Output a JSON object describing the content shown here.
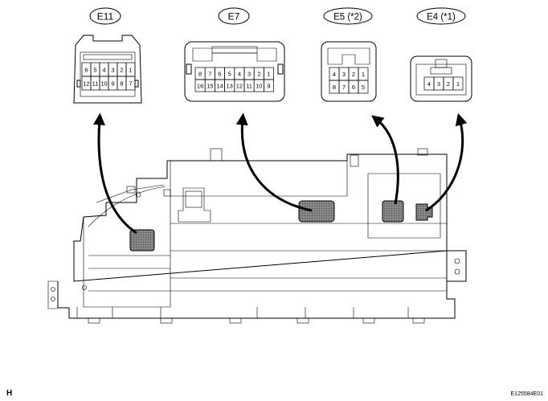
{
  "connectors": [
    {
      "id": "E11",
      "label": "E11",
      "rows": [
        [
          "6",
          "5",
          "4",
          "3",
          "2",
          "1"
        ],
        [
          "12",
          "11",
          "10",
          "9",
          "8",
          "7"
        ]
      ]
    },
    {
      "id": "E7",
      "label": "E7",
      "rows": [
        [
          "8",
          "7",
          "6",
          "5",
          "4",
          "3",
          "2",
          "1"
        ],
        [
          "16",
          "15",
          "14",
          "13",
          "12",
          "11",
          "10",
          "9"
        ]
      ]
    },
    {
      "id": "E5",
      "label": "E5 (*2)",
      "rows": [
        [
          "4",
          "3",
          "2",
          "1"
        ],
        [
          "8",
          "7",
          "6",
          "5"
        ]
      ]
    },
    {
      "id": "E4",
      "label": "E4 (*1)",
      "rows": [
        [
          "4",
          "3",
          "2",
          "1"
        ]
      ]
    }
  ],
  "corner_letter": "H",
  "figure_code": "E125584E01"
}
